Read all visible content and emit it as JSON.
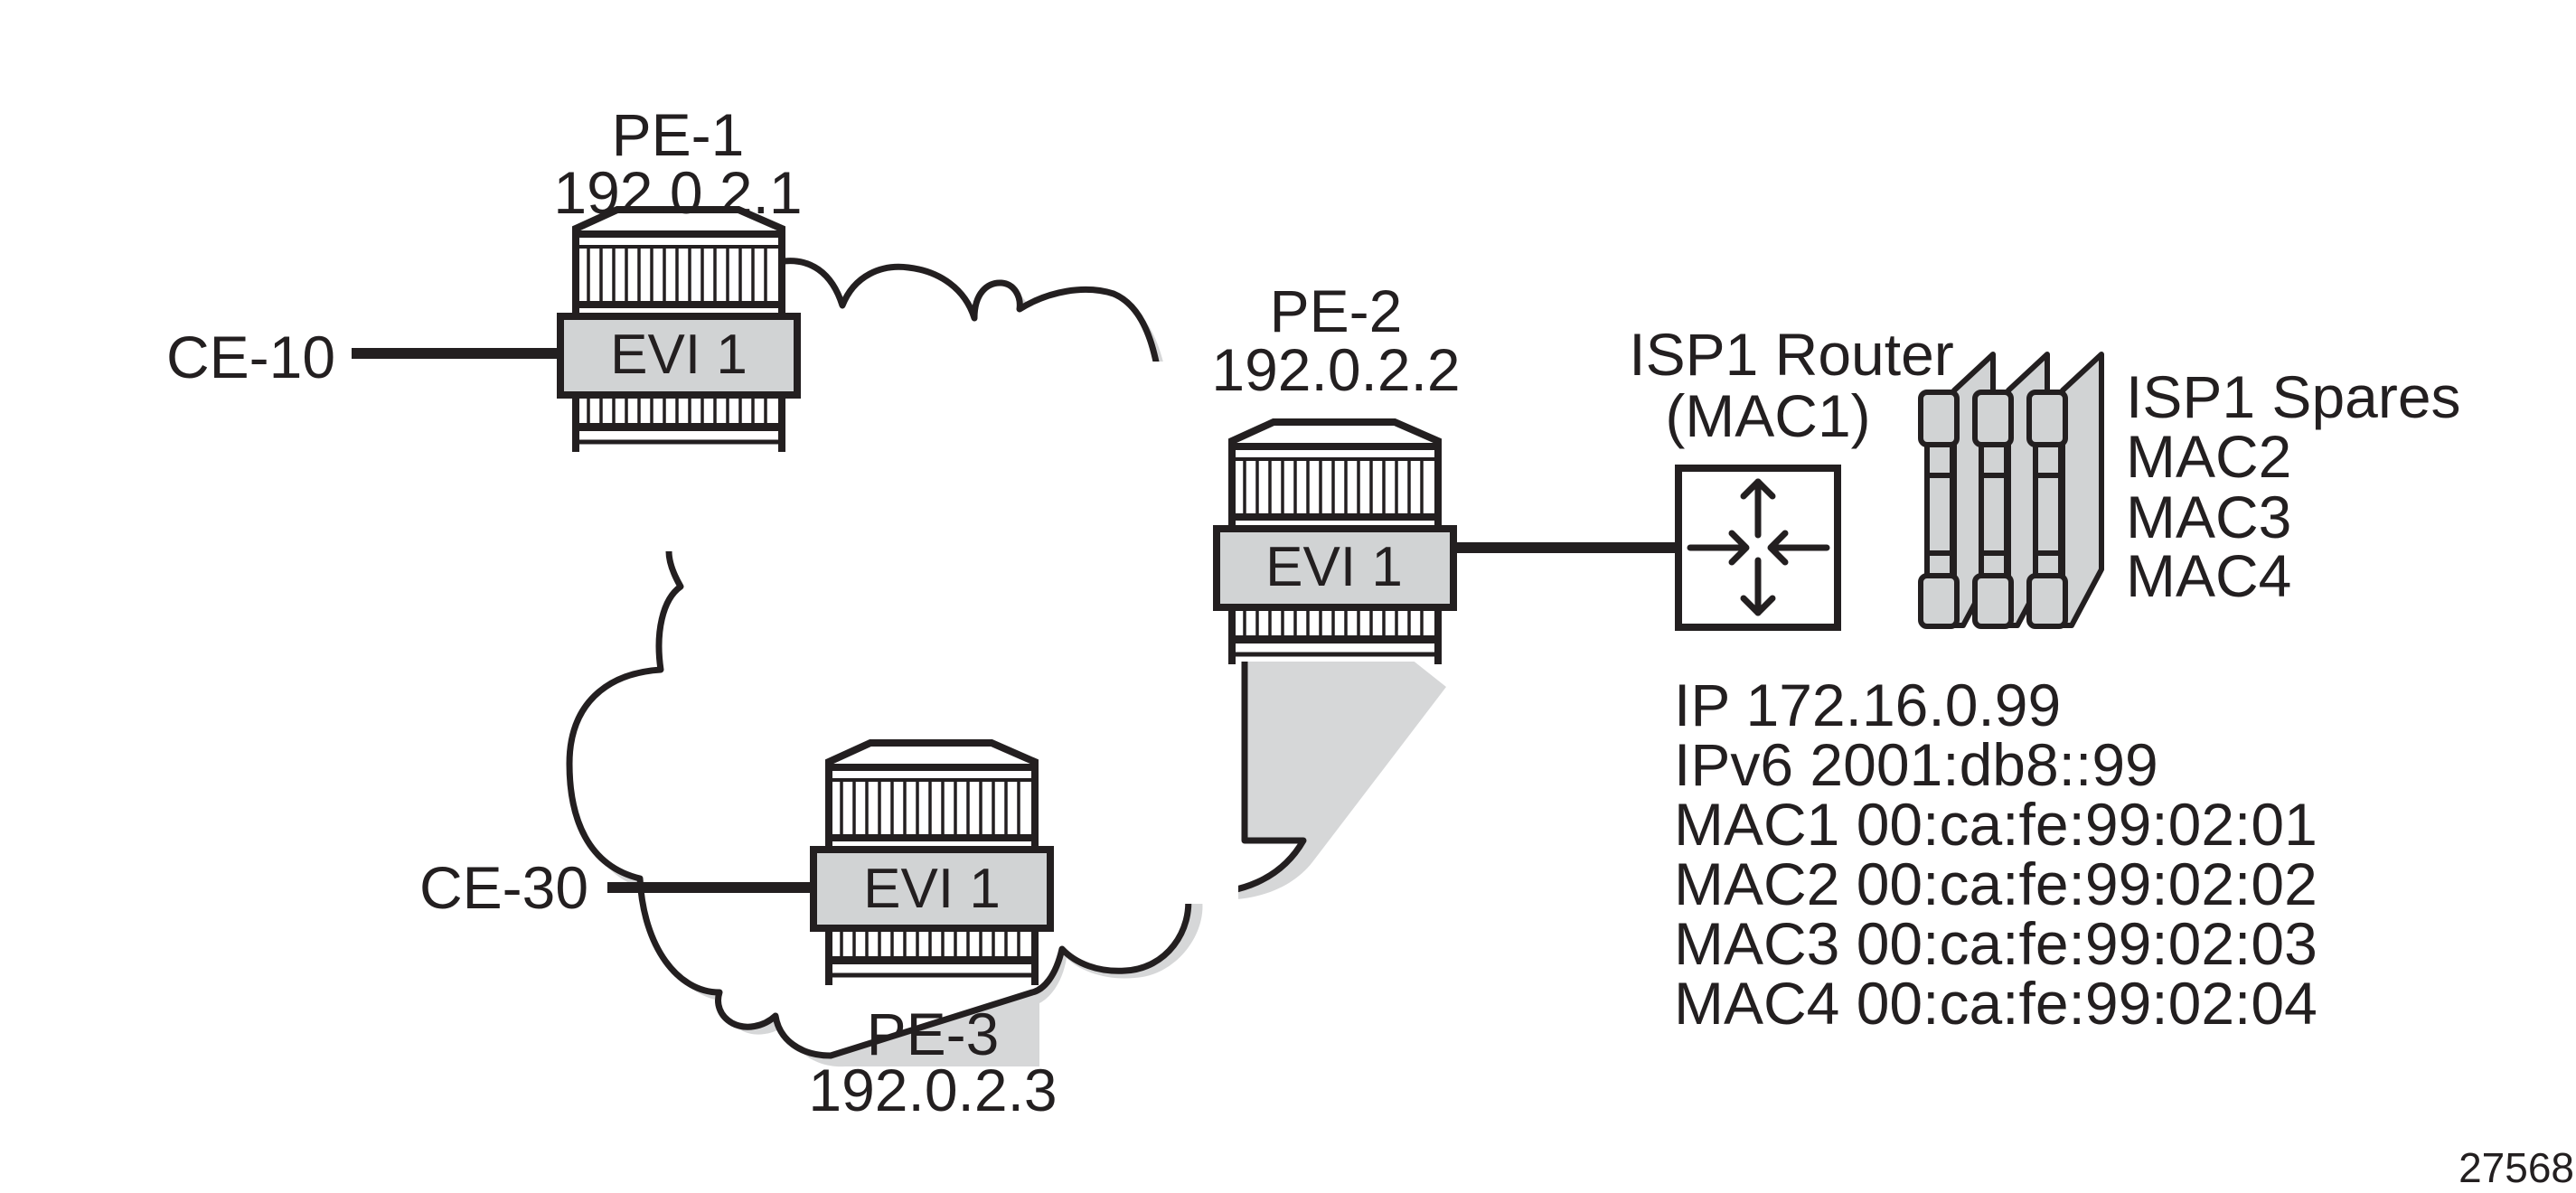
{
  "diagram": {
    "figure_number": "27568",
    "colors": {
      "ink": "#231f20",
      "evi_fill": "#d1d3d4",
      "cloud_shadow": "#d1d3d4",
      "background": "#ffffff"
    },
    "provider_edges": [
      {
        "id": "pe1",
        "name": "PE-1",
        "ip": "192.0.2.1",
        "service": "EVI 1",
        "icon": "router-icon"
      },
      {
        "id": "pe2",
        "name": "PE-2",
        "ip": "192.0.2.2",
        "service": "EVI 1",
        "icon": "router-icon"
      },
      {
        "id": "pe3",
        "name": "PE-3",
        "ip": "192.0.2.3",
        "service": "EVI 1",
        "icon": "router-icon"
      }
    ],
    "customer_edges": [
      {
        "id": "ce10",
        "name": "CE-10",
        "attached_to": "PE-1"
      },
      {
        "id": "ce30",
        "name": "CE-30",
        "attached_to": "PE-3"
      }
    ],
    "isp_router": {
      "title": "ISP1 Router",
      "subtitle": "(MAC1)",
      "icon": "layer3-switch-icon",
      "attached_to": "PE-2"
    },
    "isp_spares": {
      "title": "ISP1 Spares",
      "icon": "spare-cards-icon",
      "macs": [
        "MAC2",
        "MAC3",
        "MAC4"
      ]
    },
    "addressing": [
      "IP 172.16.0.99",
      "IPv6 2001:db8::99",
      "MAC1 00:ca:fe:99:02:01",
      "MAC2 00:ca:fe:99:02:02",
      "MAC3 00:ca:fe:99:02:03",
      "MAC4 00:ca:fe:99:02:04"
    ],
    "cloud": {
      "icon": "network-cloud-icon"
    }
  }
}
